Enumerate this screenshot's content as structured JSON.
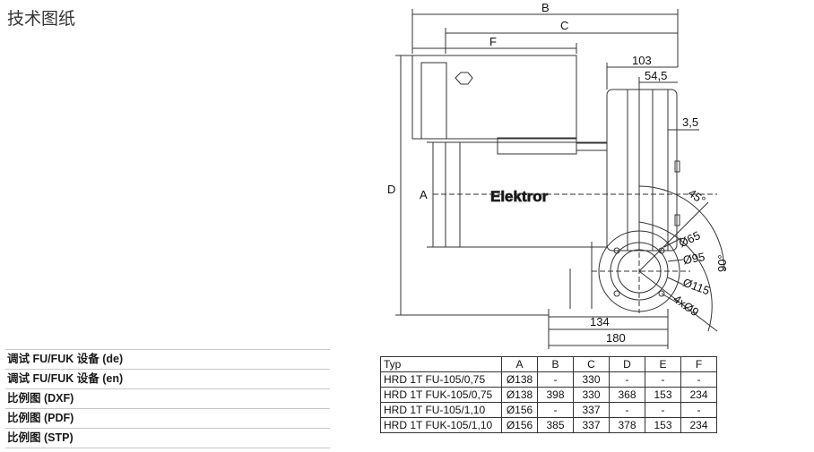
{
  "section_title": "技术图纸",
  "downloads": [
    "调试 FU/FUK 设备 (de)",
    "调试 FU/FUK 设备 (en)",
    "比例图 (DXF)",
    "比例图 (PDF)",
    "比例图 (STP)"
  ],
  "drawing": {
    "brand": "Elektror",
    "dims": {
      "B": "B",
      "C": "C",
      "F": "F",
      "D": "D",
      "A": "A",
      "d103": "103",
      "d54_5": "54,5",
      "d3_5": "3,5",
      "deg45": "45°",
      "deg90": "90°",
      "dia65": "Ø65",
      "dia95": "Ø95",
      "dia115": "Ø115",
      "holes": "4xØ9",
      "d134": "134",
      "d180": "180"
    }
  },
  "table": {
    "headers": [
      "Typ",
      "A",
      "B",
      "C",
      "D",
      "E",
      "F"
    ],
    "rows": [
      [
        "HRD 1T FU-105/0,75",
        "Ø138",
        "-",
        "330",
        "-",
        "-",
        "-"
      ],
      [
        "HRD 1T FUK-105/0,75",
        "Ø138",
        "398",
        "330",
        "368",
        "153",
        "234"
      ],
      [
        "HRD 1T FU-105/1,10",
        "Ø156",
        "-",
        "337",
        "-",
        "-",
        "-"
      ],
      [
        "HRD 1T FUK-105/1,10",
        "Ø156",
        "385",
        "337",
        "378",
        "153",
        "234"
      ]
    ]
  }
}
